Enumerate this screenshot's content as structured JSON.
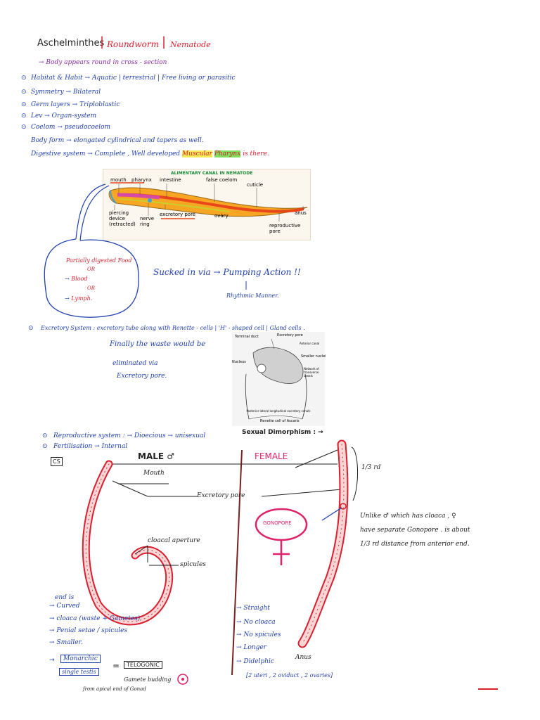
{
  "title": {
    "topic": "Aschelminthes",
    "alt1": "Roundworm",
    "alt2": "Nematode"
  },
  "intro_note": "Body appears round in cross - section",
  "features": [
    {
      "label": "Habitat & Habit",
      "value": "Aquatic | terrestrial | Free living or parasitic"
    },
    {
      "label": "Symmetry",
      "value": "Bilateral"
    },
    {
      "label": "Germ layers",
      "value": "Triploblastic"
    },
    {
      "label": "Lev",
      "value": "Organ-system"
    },
    {
      "label": "Coelom",
      "value": "pseudocoelom"
    }
  ],
  "body_form": "Body form → elongated cylindrical and tapers as well.",
  "digestive": {
    "prefix": "Digestive system → Complete , Well developed",
    "muscular": "Muscular",
    "pharynx": "Pharynx",
    "suffix": "is there."
  },
  "canal_figure": {
    "title": "ALIMENTARY CANAL IN NEMATODE",
    "labels": {
      "mouth": "mouth",
      "pharynx": "pharynx",
      "intestine": "intestine",
      "false_coelom": "false coelom",
      "cuticle": "cuticle",
      "piercing": "piercing device (retracted)",
      "nerve_ring": "nerve ring",
      "excretory_pore": "excretory pore",
      "ovary": "ovary",
      "anus": "anus",
      "reproductive_pore": "reproductive pore"
    }
  },
  "food_bubble": {
    "line1": "Partially digested Food",
    "or1": "OR",
    "line2": "Blood",
    "or2": "OR",
    "line3": "Lymph."
  },
  "sucked": {
    "text": "Sucked in via → Pumping Action !!",
    "manner": "Rhythmic Manner."
  },
  "excretory": {
    "line1": "Excretory System : excretory tube along with Renette - cells | 'H' - shaped cell | Gland cells .",
    "line2": "Finally the waste would be",
    "line3": "eliminated via",
    "line4": "Excretory pore."
  },
  "renette_figure": {
    "labels": {
      "terminal_duct": "Terminal duct",
      "excretory_pore": "Excretory pore",
      "anterior_canal": "Anterior canal",
      "smaller_nuclei": "Smaller nuclei",
      "nucleus": "Nucleus",
      "network": "Network of transverse canals",
      "posterior": "Posterior lateral longitudinal excretory canals",
      "caption": "Renette cell of Ascaris"
    }
  },
  "reproduction": {
    "line1": "Reproductive system : → Dioecious → unisexual",
    "line2": "Fertilisation → Internal",
    "dimorphism": "Sexual Dimorphism : →",
    "cs": "CS"
  },
  "male_female": {
    "male": "MALE",
    "female": "FEMALE",
    "mouth": "Mouth",
    "excretory_pore": "Excretory pore",
    "third": "1/3 rd",
    "gonopore": "GONOPORE",
    "cloacal": "cloacal aperture",
    "spicules": "spicules",
    "anus": "Anus"
  },
  "male_traits": {
    "head": "end is",
    "items": [
      "Curved",
      "cloaca (waste + Gametes)",
      "Penial setae / spicules",
      "Smaller."
    ]
  },
  "female_traits": {
    "items": [
      "Straight",
      "No cloaca",
      "No spicules",
      "Longer",
      "Didelphic"
    ],
    "didelphic_note": "[2 uteri , 2 oviduct , 2 ovaries]"
  },
  "female_note": "Unlike ♂ which has cloaca , ♀ have separate Gonopore . is about 1/3 rd distance from anterior end.",
  "monarchic": {
    "label": "Monarchic",
    "single": "single testis",
    "eq": "=",
    "telogonic": "TELOGONIC",
    "gamete": "Gamete budding",
    "from": "from apical end of Gonad"
  }
}
